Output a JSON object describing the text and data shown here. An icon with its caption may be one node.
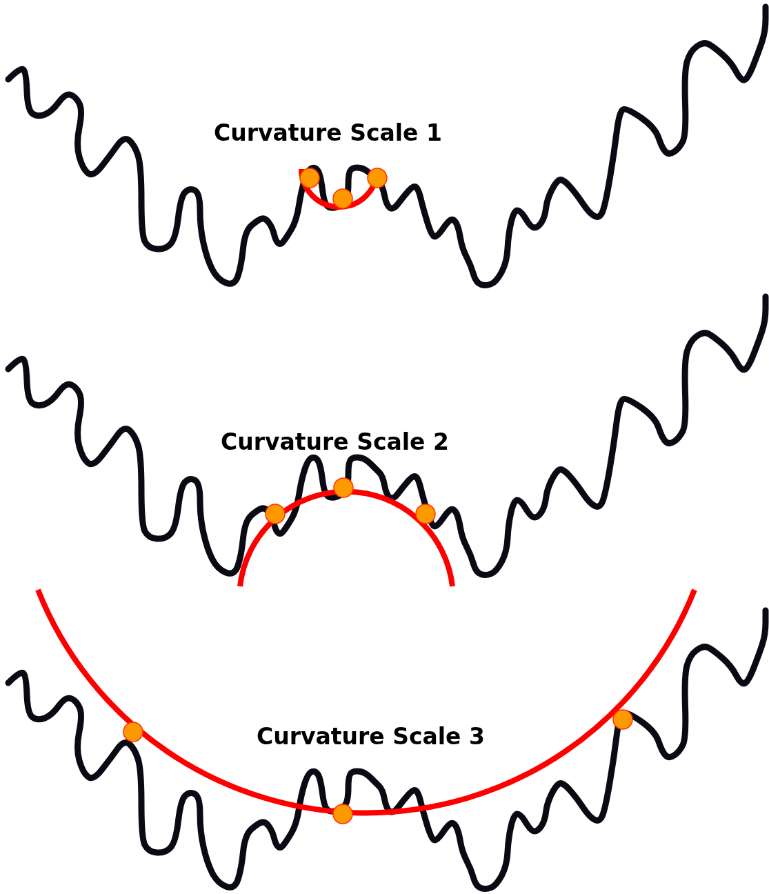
{
  "diagram": {
    "labels": [
      "Curvature Scale 1",
      "Curvature Scale 2",
      "Curvature Scale 3"
    ]
  }
}
